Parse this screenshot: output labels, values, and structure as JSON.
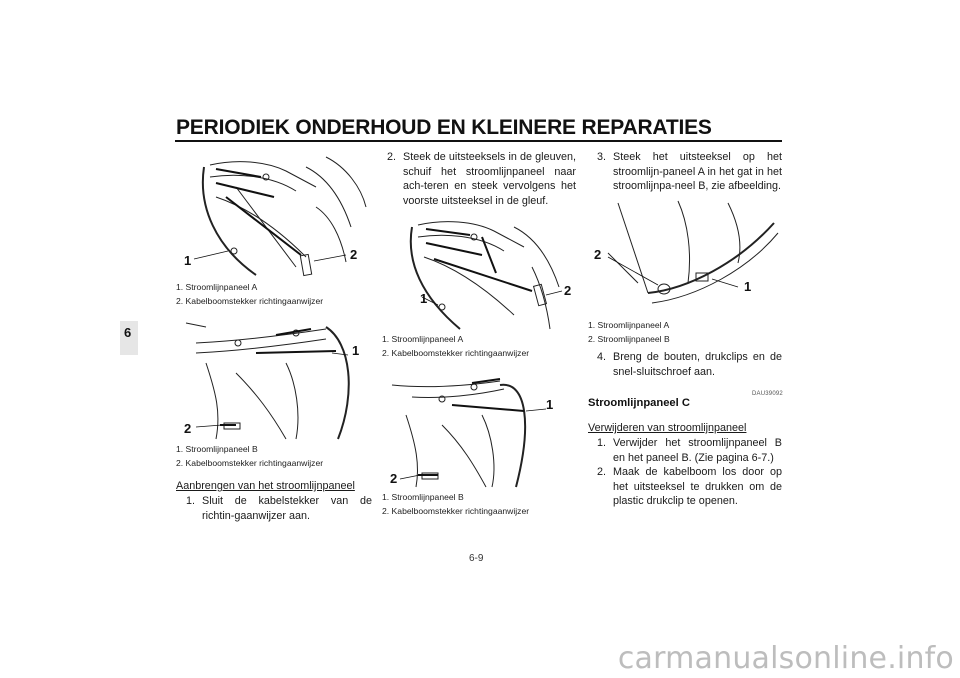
{
  "header": {
    "title": "PERIODIEK ONDERHOUD EN KLEINERE REPARATIES"
  },
  "chapter_tab": "6",
  "figures": {
    "fig1": {
      "callouts": [
        "1",
        "2"
      ],
      "captions": [
        "1. Stroomlijnpaneel A",
        "2. Kabelboomstekker richtingaanwijzer"
      ]
    },
    "fig2": {
      "callouts": [
        "1",
        "2"
      ],
      "captions": [
        "1. Stroomlijnpaneel B",
        "2. Kabelboomstekker richtingaanwijzer"
      ]
    },
    "fig3": {
      "callouts": [
        "1",
        "2"
      ],
      "captions": [
        "1. Stroomlijnpaneel A",
        "2. Kabelboomstekker richtingaanwijzer"
      ]
    },
    "fig4": {
      "callouts": [
        "1",
        "2"
      ],
      "captions": [
        "1. Stroomlijnpaneel B",
        "2. Kabelboomstekker richtingaanwijzer"
      ]
    },
    "fig5": {
      "callouts": [
        "2",
        "1"
      ],
      "captions": [
        "1. Stroomlijnpaneel A",
        "2. Stroomlijnpaneel B"
      ]
    }
  },
  "col1": {
    "heading": "Aanbrengen van het stroomlijnpaneel",
    "step1_num": "1.",
    "step1_text": "Sluit de kabelstekker van de richtin-gaanwijzer aan."
  },
  "col2": {
    "step2_num": "2.",
    "step2_text": "Steek de uitsteeksels in de gleuven, schuif het stroomlijnpaneel naar ach-teren en steek vervolgens het voorste uitsteeksel in de gleuf."
  },
  "col3": {
    "step3_num": "3.",
    "step3_text": "Steek het uitsteeksel op het stroomlijn-paneel A in het gat in het stroomlijnpa-neel B, zie afbeelding.",
    "step4_num": "4.",
    "step4_text": "Breng de bouten, drukclips en de snel-sluitschroef aan.",
    "code": "DAU39092",
    "section_title": "Stroomlijnpaneel C",
    "heading": "Verwijderen van stroomlijnpaneel",
    "r1_num": "1.",
    "r1_text": "Verwijder het stroomlijnpaneel B en het paneel B. (Zie pagina 6-7.)",
    "r2_num": "2.",
    "r2_text": "Maak de kabelboom los door op het uitsteeksel te drukken om de plastic drukclip te openen."
  },
  "footer": {
    "page_number": "6-9"
  },
  "watermark": "carmanualsonline.info"
}
